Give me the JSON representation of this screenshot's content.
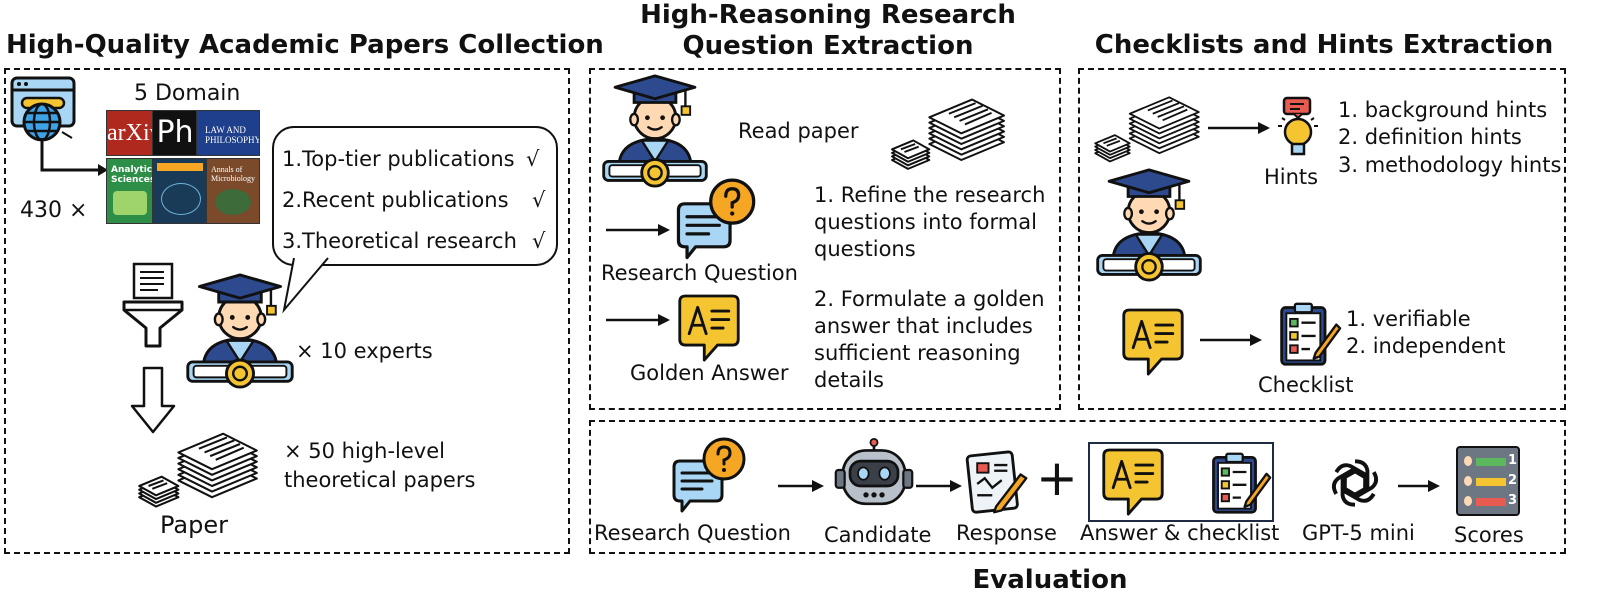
{
  "titles": {
    "collection": "High-Quality Academic Papers Collection",
    "extraction_line1": "High-Reasoning Research",
    "extraction_line2": "Question Extraction",
    "checklists": "Checklists and Hints Extraction",
    "evaluation": "Evaluation"
  },
  "collection": {
    "domain_label": "5 Domain",
    "count_label": "430 ×",
    "journal_covers": [
      "arXiv",
      "Ph",
      "LAW AND PHILOSOPHY",
      "Analytical Sciences",
      "",
      "Annals of Microbiology"
    ],
    "criteria": [
      "1.Top-tier publications",
      "2.Recent publications",
      "3.Theoretical research"
    ],
    "check_mark": "√",
    "experts_label": "× 10 experts",
    "papers_label_line1": "× 50 high-level",
    "papers_label_line2": "theoretical papers",
    "paper_label": "Paper"
  },
  "extraction": {
    "read_paper": "Read paper",
    "research_question": "Research Question",
    "golden_answer": "Golden Answer",
    "step1": "1. Refine the research questions into formal questions",
    "step2": "2. Formulate a golden answer that includes sufficient reasoning details"
  },
  "checklists": {
    "hints_label": "Hints",
    "hints": [
      "1. background hints",
      "2. definition hints",
      "3. methodology hints"
    ],
    "checklist_label": "Checklist",
    "checklist_items": [
      "1. verifiable",
      "2. independent"
    ]
  },
  "evaluation": {
    "research_question": "Research Question",
    "candidate": "Candidate",
    "response": "Response",
    "plus": "+",
    "answer_checklist": "Answer & checklist",
    "gpt": "GPT-5 mini",
    "scores": "Scores",
    "score_ranks": [
      "1",
      "2",
      "3"
    ]
  },
  "colors": {
    "navy": "#2e4a8f",
    "skin": "#ffd9b3",
    "gold": "#f5c531",
    "blue_light": "#a9d6f5",
    "globe_blue": "#3da2e6",
    "red": "#e85b50",
    "green": "#5cb85c",
    "orange": "#f5a623",
    "robot_gray": "#6d7784"
  }
}
